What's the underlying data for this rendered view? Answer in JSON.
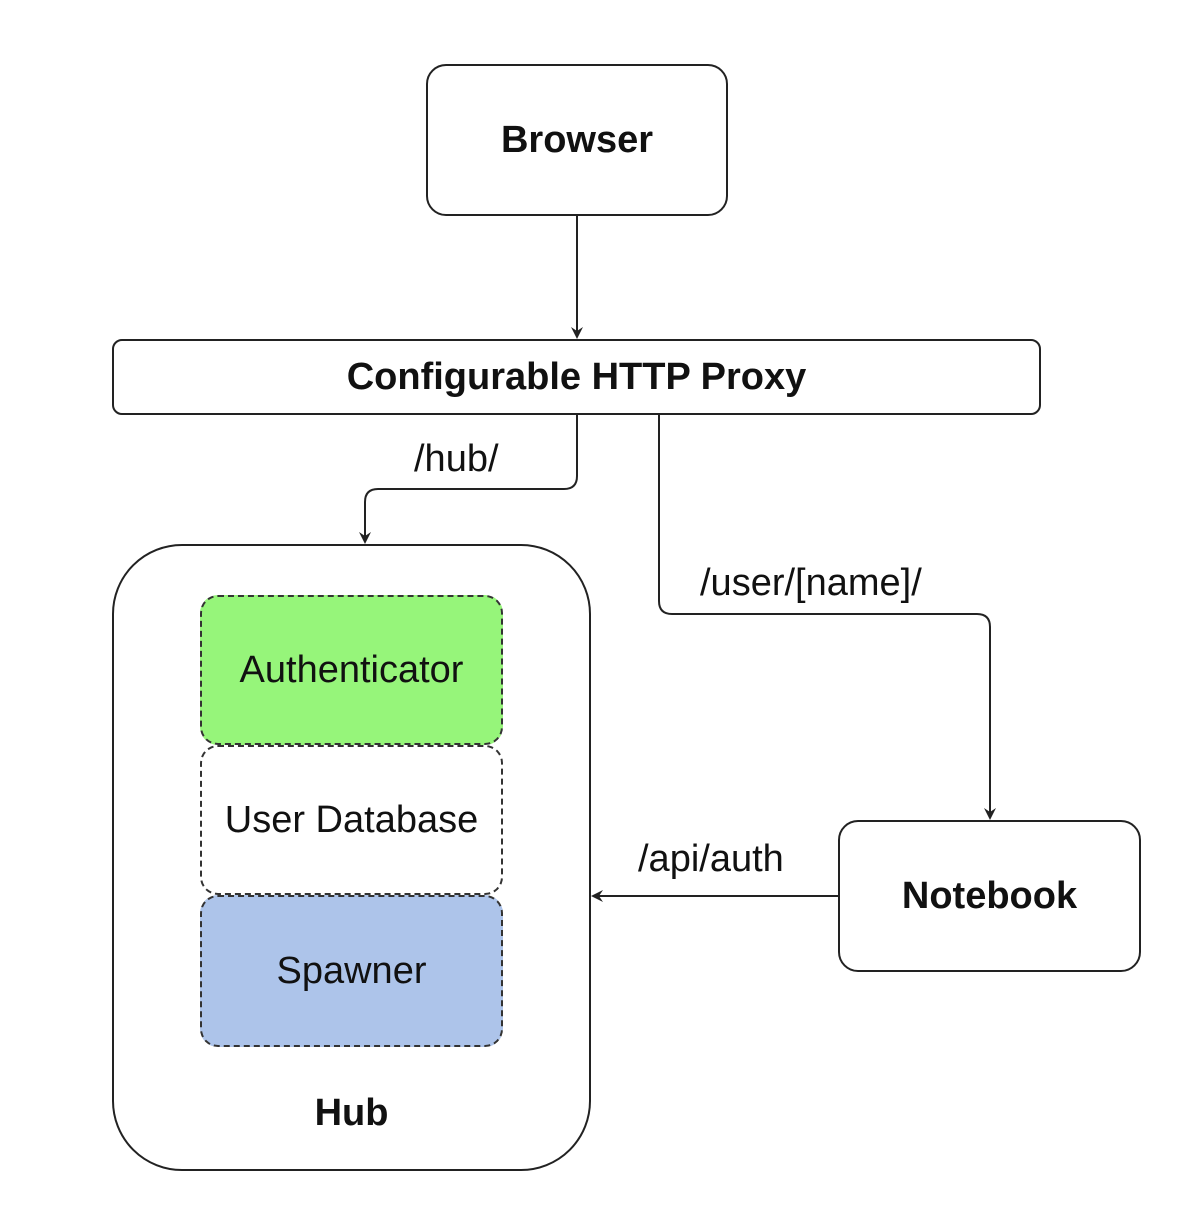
{
  "nodes": {
    "browser": "Browser",
    "proxy": "Configurable HTTP Proxy",
    "hub": "Hub",
    "notebook": "Notebook",
    "authenticator": "Authenticator",
    "user_database": "User Database",
    "spawner": "Spawner"
  },
  "edges": {
    "proxy_to_hub": "/hub/",
    "proxy_to_notebook": "/user/[name]/",
    "notebook_to_hub": "/api/auth"
  },
  "colors": {
    "authenticator": "#96f57a",
    "spawner": "#adc4ea",
    "user_database": "#ffffff"
  }
}
